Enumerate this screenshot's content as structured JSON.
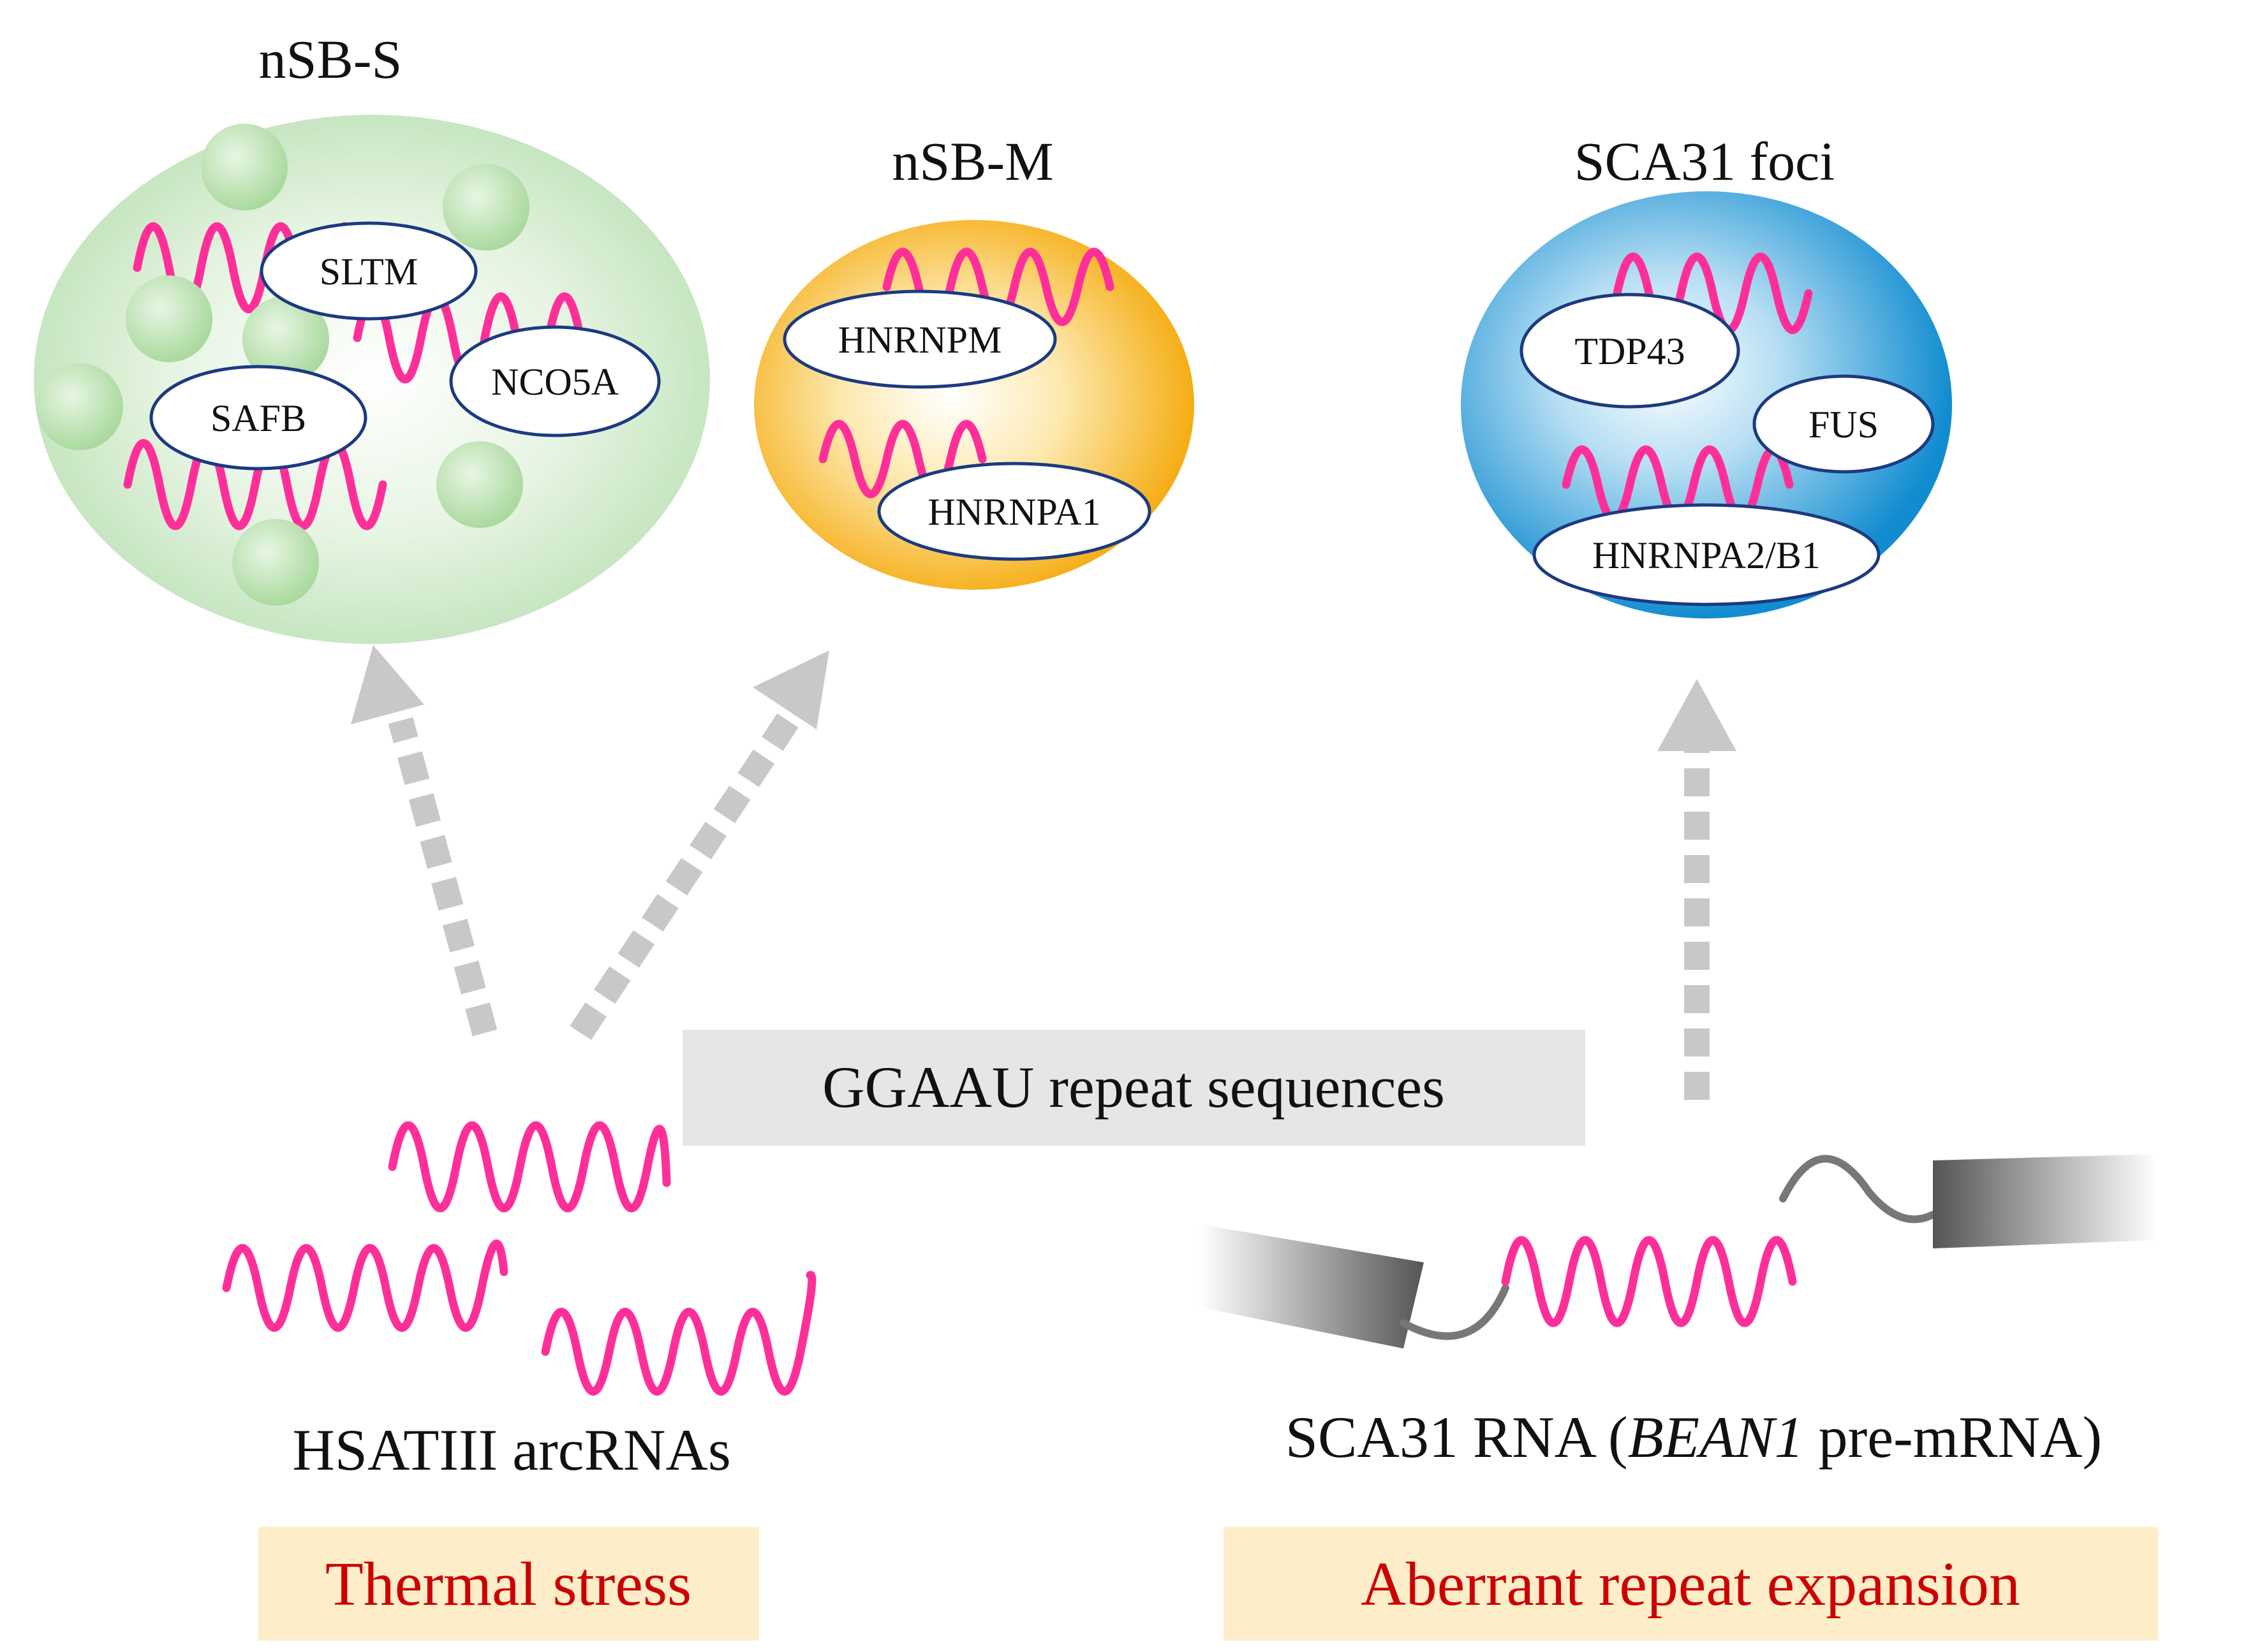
{
  "bodies": {
    "nsb_s": {
      "title": "nSB-S",
      "proteins": {
        "sltm": "SLTM",
        "nco5a": "NCO5A",
        "safb": "SAFB"
      },
      "color": "#bfe2b9"
    },
    "nsb_m": {
      "title": "nSB-M",
      "proteins": {
        "hnrnpm": "HNRNPM",
        "hnrnpa1": "HNRNPA1"
      },
      "color": "#f7b21e"
    },
    "sca31_foci": {
      "title": "SCA31 foci",
      "proteins": {
        "tdp43": "TDP43",
        "fus": "FUS",
        "hnrnpa2b1": "HNRNPA2/B1"
      },
      "color": "#1993d2"
    }
  },
  "center_label": "GGAAU repeat sequences",
  "left": {
    "rna_label": "HSATIII arcRNAs",
    "condition": "Thermal stress"
  },
  "right": {
    "rna_label_prefix": "SCA31 RNA (",
    "rna_label_italic": "BEAN1",
    "rna_label_suffix": " pre-mRNA)",
    "condition": "Aberrant repeat expansion"
  },
  "colors": {
    "rna_repeat": "#ff2f9a",
    "condition_text": "#cc0000",
    "condition_box": "#fdedc8",
    "label_box": "#e6e6e6",
    "arrow": "#c8c8c8",
    "protein_outline": "#1b3a80"
  }
}
